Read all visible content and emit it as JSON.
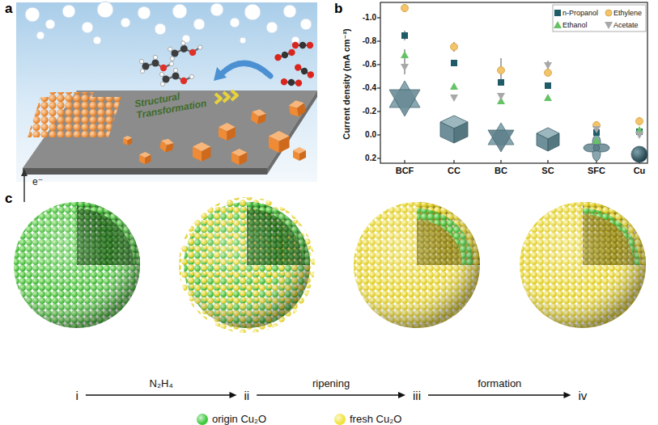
{
  "diagram": {
    "nodes": [
      {
        "text": [
          "i"
        ]
      },
      {
        "text": [
          "ii"
        ]
      },
      {
        "text": [
          "iii"
        ]
      },
      {
        "text": [
          "iv"
        ]
      }
    ],
    "edges": [
      {
        "from": 0,
        "to": 1,
        "arrow": "to",
        "label": "N₂H₄"
      },
      {
        "from": 1,
        "to": 2,
        "arrow": "to",
        "label": "ripening"
      },
      {
        "from": 2,
        "to": 3,
        "arrow": "to",
        "label": "formation"
      }
    ],
    "labels": [
      "a",
      "Structural Transformation",
      "e⁻",
      "b",
      "Current density (mA cm⁻²)",
      "-1.0",
      "-0.8",
      "-0.6",
      "-0.4",
      "-0.2",
      "0.0",
      "0.2",
      "BCF",
      "CC",
      "BC",
      "SC",
      "SFC",
      "Cu",
      "c"
    ],
    "legend": [
      {
        "text": "n-Propanol"
      },
      {
        "text": "Ethylene"
      },
      {
        "text": "Ethanol"
      },
      {
        "text": "Acetate"
      },
      {
        "text": "origin Cu₂O",
        "color": "#3cc83a"
      },
      {
        "text": "fresh Cu₂O",
        "color": "#f2e23a"
      }
    ]
  }
}
